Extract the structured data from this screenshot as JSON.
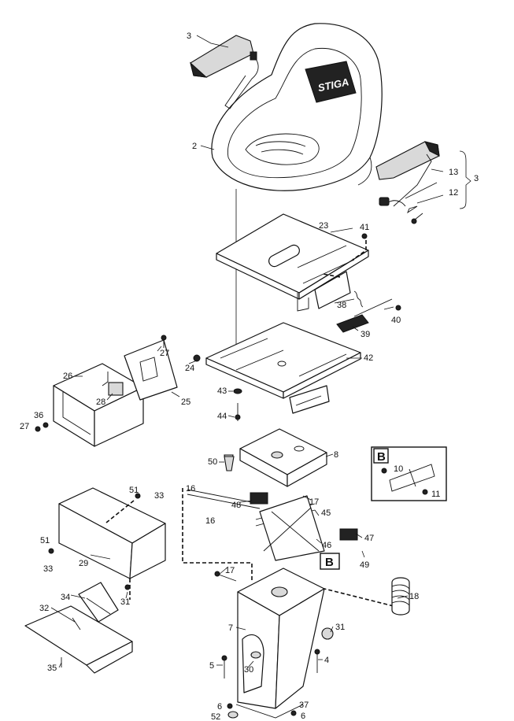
{
  "brand_logo": "STIGA",
  "detail_labels": {
    "detail_b": "B"
  },
  "part_numbers": {
    "p2": "2",
    "p3a": "3",
    "p3b": "3",
    "p4": "4",
    "p5": "5",
    "p6a": "6",
    "p6b": "6",
    "p7": "7",
    "p8": "8",
    "p10": "10",
    "p11": "11",
    "p12": "12",
    "p13": "13",
    "p16a": "16",
    "p16b": "16",
    "p17a": "17",
    "p17b": "17",
    "p18": "18",
    "p23": "23",
    "p24": "24",
    "p25": "25",
    "p26": "26",
    "p27a": "27",
    "p27b": "27",
    "p28": "28",
    "p29": "29",
    "p30": "30",
    "p31a": "31",
    "p31b": "31",
    "p32": "32",
    "p33a": "33",
    "p33b": "33",
    "p34": "34",
    "p35": "35",
    "p36": "36",
    "p37": "37",
    "p38": "38",
    "p39": "39",
    "p40": "40",
    "p41": "41",
    "p42": "42",
    "p43": "43",
    "p44": "44",
    "p45": "45",
    "p46": "46",
    "p47": "47",
    "p48": "48",
    "p49": "49",
    "p50": "50",
    "p51a": "51",
    "p51b": "51",
    "p52": "52"
  }
}
